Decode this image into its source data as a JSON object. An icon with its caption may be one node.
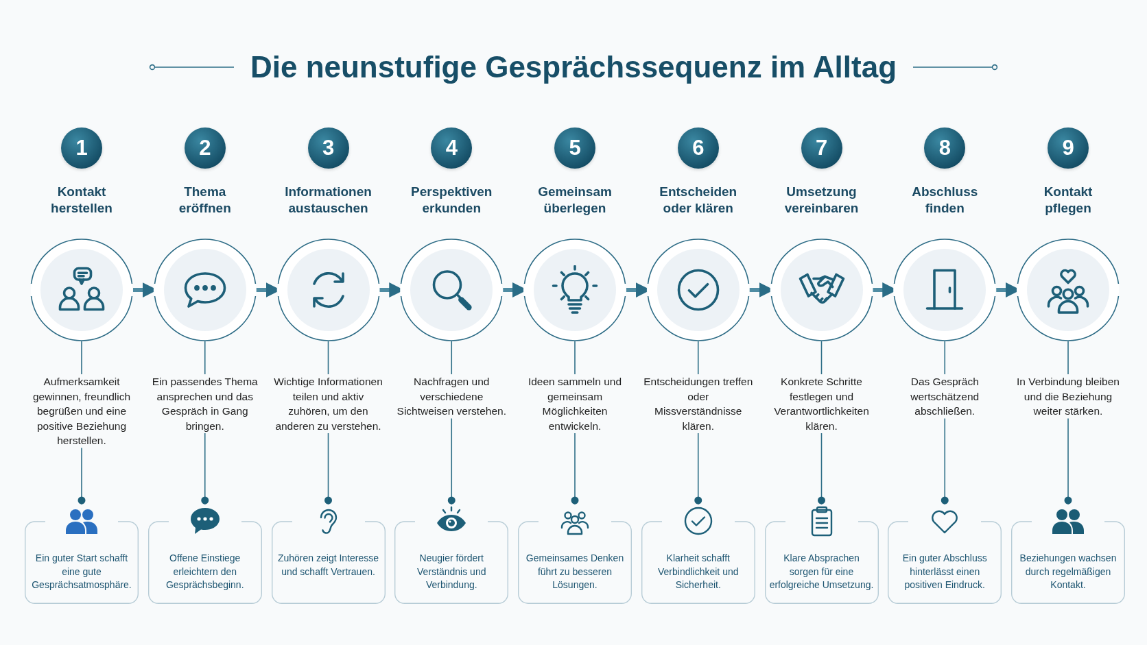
{
  "diagram": {
    "title": "Die neunstufige Gesprächssequenz im Alltag",
    "nodes": [
      {
        "text": [
          "1"
        ],
        "beside": [
          "Kontakt herstellen"
        ]
      },
      {
        "text": [],
        "shape": "circle"
      },
      {
        "text": [
          "Aufmerksamkeit gewinnen, freundlich begrüßen und eine positive Beziehung herstellen."
        ]
      },
      {
        "text": [
          "Ein guter Start schafft eine gute Gesprächsatmosphäre."
        ]
      },
      {
        "text": [
          "2"
        ],
        "beside": [
          "Thema eröffnen"
        ]
      },
      {
        "text": [],
        "shape": "circle"
      },
      {
        "text": [
          "Ein passendes Thema ansprechen und das Gespräch in Gang bringen."
        ]
      },
      {
        "text": [
          "Offene Einstiege erleichtern den Gesprächsbeginn."
        ]
      },
      {
        "text": [
          "3"
        ],
        "beside": [
          "Informationen austauschen"
        ]
      },
      {
        "text": [],
        "shape": "circle"
      },
      {
        "text": [
          "Wichtige Informationen teilen und aktiv zuhören, um den anderen zu verstehen."
        ]
      },
      {
        "text": [
          "Zuhören zeigt Interesse und schafft Vertrauen."
        ]
      },
      {
        "text": [
          "4"
        ],
        "beside": [
          "Perspektiven erkunden"
        ]
      },
      {
        "text": [],
        "shape": "circle"
      },
      {
        "text": [
          "Nachfragen und verschiedene Sichtweisen verstehen."
        ]
      },
      {
        "text": [
          "Neugier fördert Verständnis und Verbindung."
        ]
      },
      {
        "text": [
          "5"
        ],
        "beside": [
          "Gemeinsam überlegen"
        ]
      },
      {
        "text": [],
        "shape": "circle"
      },
      {
        "text": [
          "Ideen sammeln und gemeinsam Möglichkeiten entwickeln."
        ]
      },
      {
        "text": [
          "Gemeinsames Denken führt zu besseren Lösungen."
        ]
      },
      {
        "text": [
          "6"
        ],
        "beside": [
          "Entscheiden oder klären"
        ]
      },
      {
        "text": [],
        "shape": "circle"
      },
      {
        "text": [
          "Entscheidungen treffen oder Missverständnisse klären."
        ]
      },
      {
        "text": [
          "Klarheit schafft Verbindlichkeit und Sicherheit."
        ]
      },
      {
        "text": [
          "7"
        ],
        "beside": [
          "Umsetzung vereinbaren"
        ]
      },
      {
        "text": [],
        "shape": "circle"
      },
      {
        "text": [
          "Konkrete Schritte festlegen und Verantwortlichkeiten klären."
        ]
      },
      {
        "text": [
          "Klare Absprachen sorgen für eine erfolgreiche Umsetzung."
        ]
      },
      {
        "text": [
          "8"
        ],
        "beside": [
          "Abschluss finden"
        ]
      },
      {
        "text": [],
        "shape": "circle"
      },
      {
        "text": [
          "Das Gespräch wertschätzend abschließen."
        ]
      },
      {
        "text": [
          "Ein guter Abschluss hinterlässt einen positiven Eindruck."
        ]
      },
      {
        "text": [
          "9"
        ],
        "beside": [
          "Kontakt pflegen"
        ]
      },
      {
        "text": [],
        "shape": "circle"
      },
      {
        "text": [
          "In Verbindung bleiben und die Beziehung weiter stärken."
        ]
      },
      {
        "text": [
          "Beziehungen wachsen durch regelmäßigen Kontakt."
        ]
      }
    ],
    "edges": [
      {
        "from": 1,
        "to": 2,
        "arrow": "none"
      },
      {
        "from": 2,
        "to": 3,
        "arrow": "other"
      },
      {
        "from": 1,
        "to": 5,
        "arrow": "to",
        "style": "thick"
      },
      {
        "from": 5,
        "to": 6,
        "arrow": "none"
      },
      {
        "from": 6,
        "to": 7,
        "arrow": "other"
      },
      {
        "from": 5,
        "to": 9,
        "arrow": "to",
        "style": "thick"
      },
      {
        "from": 9,
        "to": 10,
        "arrow": "none"
      },
      {
        "from": 10,
        "to": 11,
        "arrow": "other"
      },
      {
        "from": 9,
        "to": 13,
        "arrow": "to",
        "style": "thick"
      },
      {
        "from": 13,
        "to": 14,
        "arrow": "none"
      },
      {
        "from": 14,
        "to": 15,
        "arrow": "other"
      },
      {
        "from": 13,
        "to": 17,
        "arrow": "to",
        "style": "thick"
      },
      {
        "from": 17,
        "to": 18,
        "arrow": "none"
      },
      {
        "from": 18,
        "to": 19,
        "arrow": "other"
      },
      {
        "from": 17,
        "to": 21,
        "arrow": "to",
        "style": "thick"
      },
      {
        "from": 21,
        "to": 22,
        "arrow": "none"
      },
      {
        "from": 22,
        "to": 23,
        "arrow": "other"
      },
      {
        "from": 21,
        "to": 25,
        "arrow": "to",
        "style": "thick"
      },
      {
        "from": 25,
        "to": 26,
        "arrow": "none"
      },
      {
        "from": 26,
        "to": 27,
        "arrow": "other"
      },
      {
        "from": 25,
        "to": 29,
        "arrow": "to",
        "style": "thick"
      },
      {
        "from": 29,
        "to": 30,
        "arrow": "none"
      },
      {
        "from": 30,
        "to": 31,
        "arrow": "other"
      },
      {
        "from": 29,
        "to": 33,
        "arrow": "to",
        "style": "thick"
      },
      {
        "from": 33,
        "to": 34,
        "arrow": "none"
      },
      {
        "from": 34,
        "to": 35,
        "arrow": "other"
      }
    ]
  }
}
